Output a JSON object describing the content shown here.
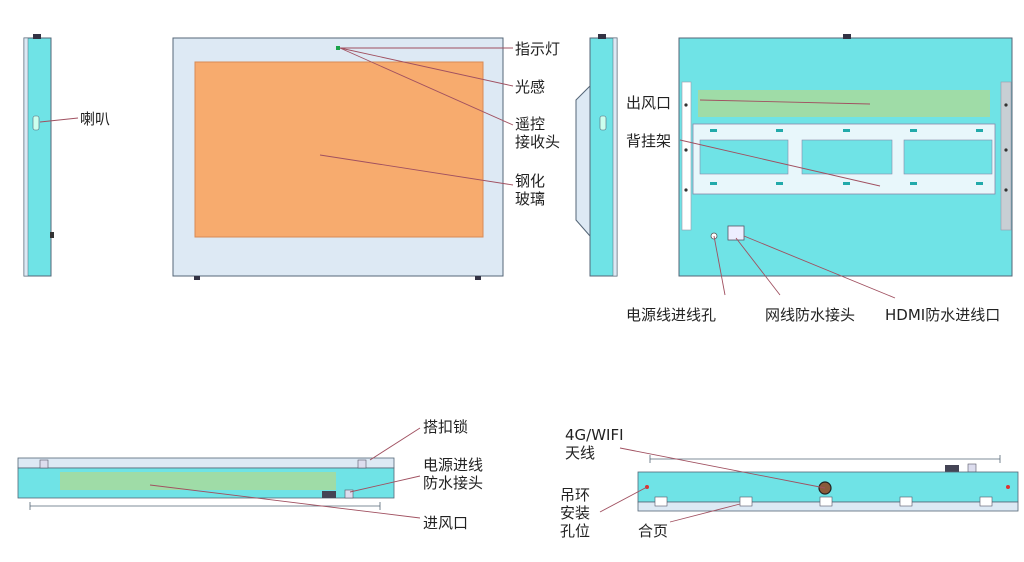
{
  "labels": {
    "speaker": "喇叭",
    "indicator_light": "指示灯",
    "light_sensor": "光感",
    "remote_receiver": "遥控\n接收头",
    "tempered_glass": "钢化\n玻璃",
    "air_outlet": "出风口",
    "back_mount": "背挂架",
    "power_hole": "电源线进线孔",
    "network_connector": "网线防水接头",
    "hdmi_inlet": "HDMI防水进线口",
    "latch_lock": "搭扣锁",
    "power_waterproof": "电源进线\n防水接头",
    "air_inlet": "进风口",
    "antenna": "4G/WIFI\n天线",
    "hanging_ring": "吊环\n安装\n孔位",
    "hinge": "合页"
  },
  "colors": {
    "cyan_body": "#6fe3e6",
    "light_frame": "#dde9f4",
    "glass_orange": "#f7ab6e",
    "green_vent": "#9fdca7",
    "line_color": "#a05060",
    "edge_color": "#556677"
  }
}
